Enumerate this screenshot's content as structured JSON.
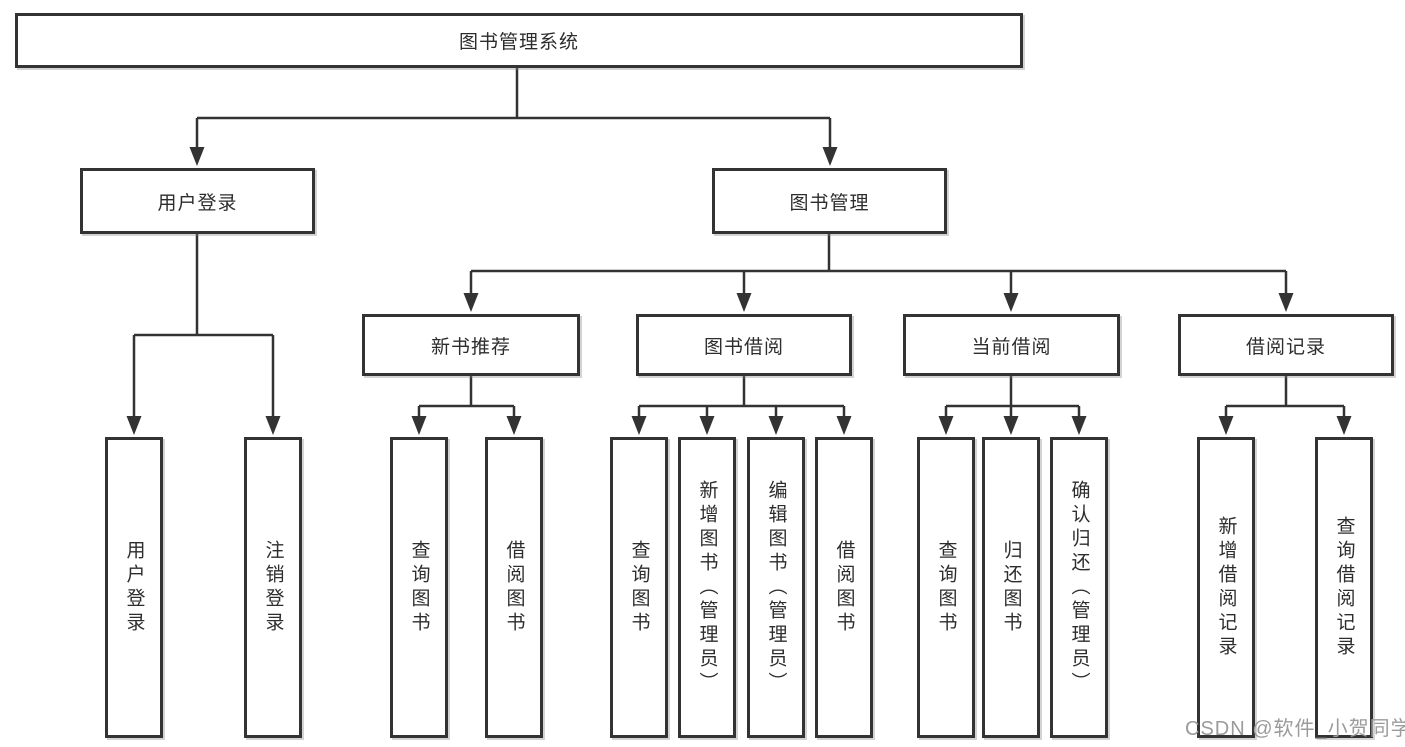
{
  "tree": {
    "root": {
      "label": "图书管理系统"
    },
    "level1": [
      {
        "label": "用户登录",
        "leaves": [
          {
            "label": "用户登录"
          },
          {
            "label": "注销登录"
          }
        ]
      },
      {
        "label": "图书管理",
        "groups": [
          {
            "label": "新书推荐",
            "leaves": [
              {
                "label": "查询图书"
              },
              {
                "label": "借阅图书"
              }
            ]
          },
          {
            "label": "图书借阅",
            "leaves": [
              {
                "label": "查询图书"
              },
              {
                "label": "新增图书（管理员）"
              },
              {
                "label": "编辑图书（管理员）"
              },
              {
                "label": "借阅图书"
              }
            ]
          },
          {
            "label": "当前借阅",
            "leaves": [
              {
                "label": "查询图书"
              },
              {
                "label": "归还图书"
              },
              {
                "label": "确认归还（管理员）"
              }
            ]
          },
          {
            "label": "借阅记录",
            "leaves": [
              {
                "label": "新增借阅记录"
              },
              {
                "label": "查询借阅记录"
              }
            ]
          }
        ]
      }
    ]
  },
  "watermark": {
    "text": "CSDN @软件_小贺同学"
  },
  "colors": {
    "line": "#333333",
    "text": "#2d2d2d",
    "watermark": "#9b9b9b",
    "background": "#ffffff"
  }
}
